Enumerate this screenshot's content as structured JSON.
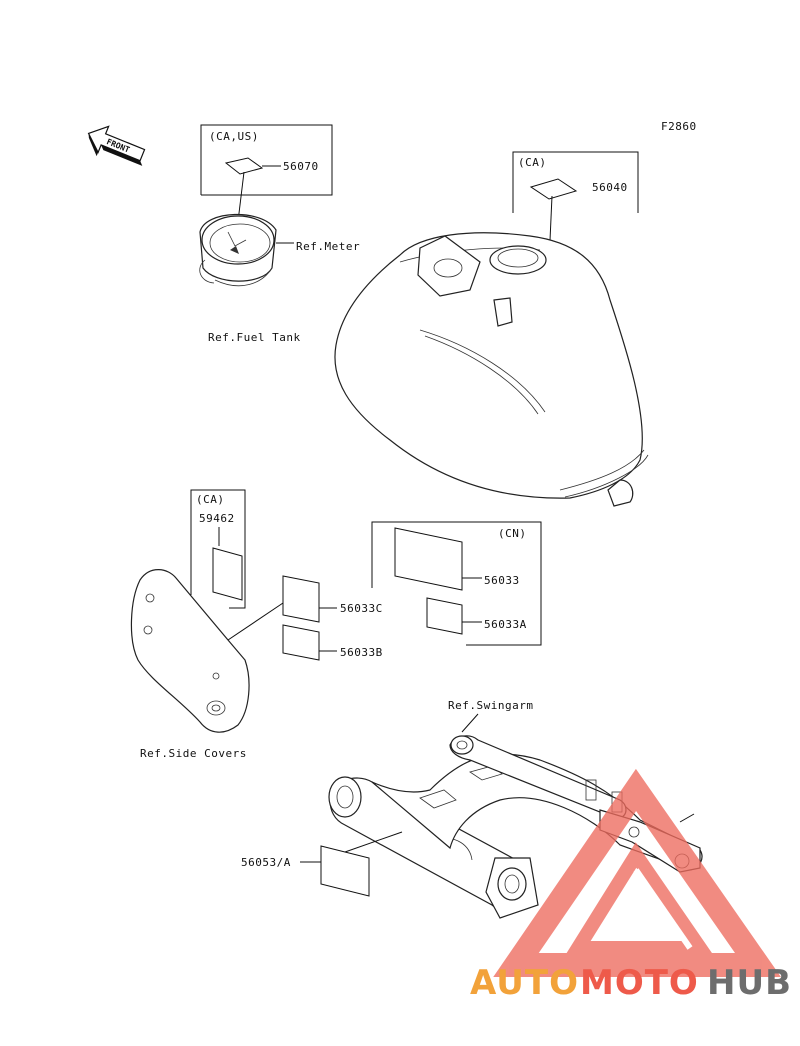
{
  "figure_code": "F2860",
  "front_label": "FRONT",
  "meter_box": {
    "region": "(CA,US)",
    "part": "56070"
  },
  "meter_ref": "Ref.Meter",
  "tank_box": {
    "region": "(CA)",
    "part": "56040"
  },
  "tank_ref": "Ref.Fuel Tank",
  "side_box": {
    "region": "(CA)",
    "part": "59462"
  },
  "label_56033c": "56033C",
  "label_56033b": "56033B",
  "cn_box": {
    "region": "(CN)",
    "part_a": "56033",
    "part_b": "56033A"
  },
  "side_covers_ref": "Ref.Side Covers",
  "swingarm_ref": "Ref.Swingarm",
  "swingarm_part": "56053/A",
  "watermark": {
    "auto": "AUTO",
    "moto": "MOTO",
    "hub": "HUB",
    "color_a": "#f2a23a",
    "color_b": "#ee5a4a",
    "color_c": "#6d6d6d"
  }
}
